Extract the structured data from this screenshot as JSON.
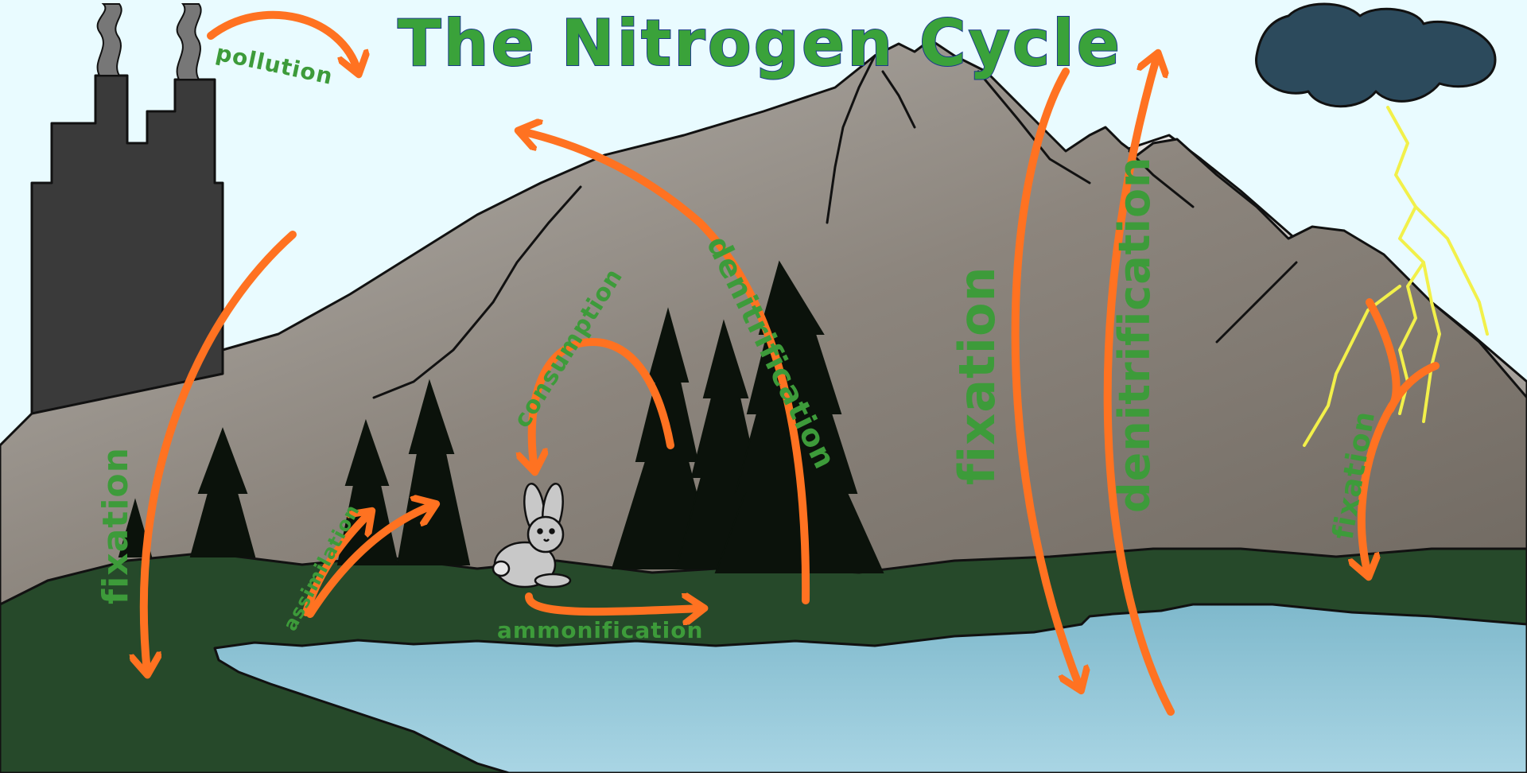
{
  "title": "The Nitrogen Cycle",
  "labels": {
    "pollution": "pollution",
    "fixation_left": "fixation",
    "assimilation": "assimilation",
    "consumption": "consumption",
    "ammonification": "ammonification",
    "denitrification_trees": "denitrification",
    "fixation_center": "fixation",
    "denitrification_right": "denitrification",
    "fixation_lightning": "fixation"
  },
  "colors": {
    "sky": "#e9fbff",
    "label_green": "#3d9b3a",
    "arrow_orange": "#ff7221",
    "factory": "#3a3a3a",
    "cloud": "#2c4a5c",
    "lightning": "#f2f04a",
    "grass": "#26492a",
    "water": "#8cc3d6",
    "mountain": "#8f8a84"
  },
  "icons": [
    "factory-icon",
    "smoke-icon",
    "storm-cloud-icon",
    "lightning-icon",
    "rabbit-icon",
    "pine-tree-icon",
    "mountain-icon",
    "lake-icon"
  ]
}
